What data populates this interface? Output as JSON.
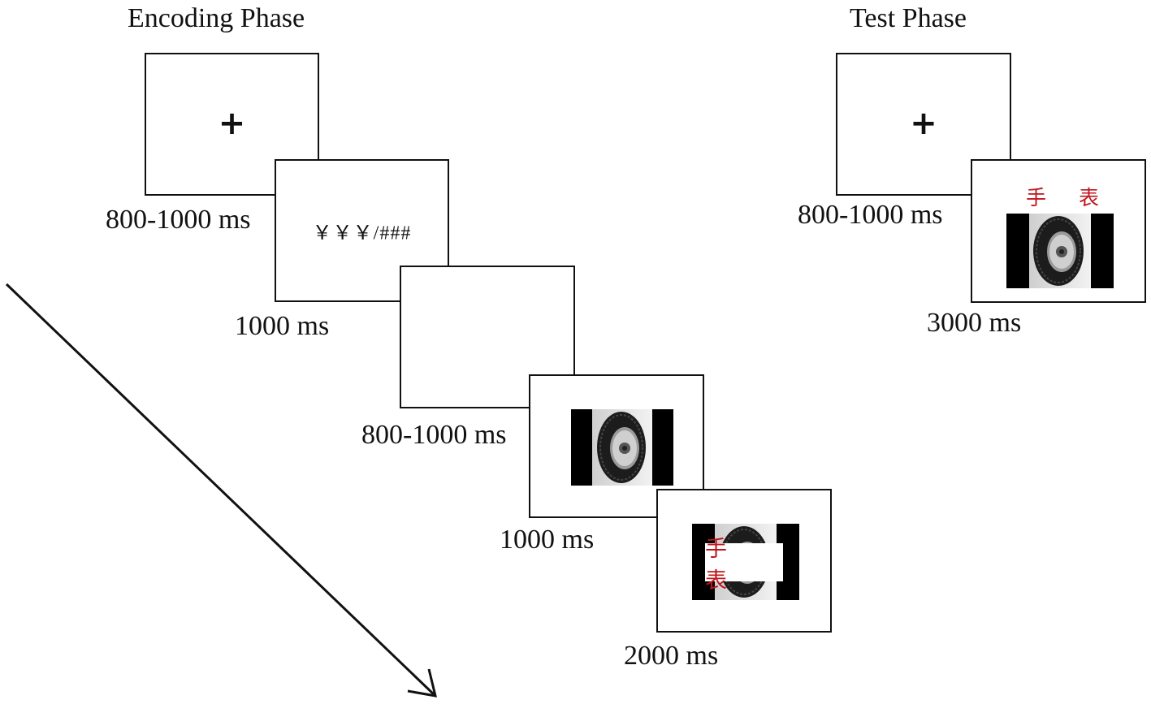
{
  "encoding": {
    "title": "Encoding Phase",
    "frames": [
      {
        "symbol": "+",
        "duration": "800-1000 ms"
      },
      {
        "symbol": "￥￥￥/###",
        "duration": "1000 ms"
      },
      {
        "symbol": "",
        "duration": "800-1000 ms"
      },
      {
        "picture": "tire-image",
        "duration": "1000 ms"
      },
      {
        "picture": "tire-image",
        "word": "手 表",
        "duration": "2000 ms"
      }
    ]
  },
  "test": {
    "title": "Test Phase",
    "frames": [
      {
        "symbol": "+",
        "duration": "800-1000 ms"
      },
      {
        "picture": "tire-image",
        "word": "手 表",
        "duration": "3000 ms"
      }
    ]
  },
  "colors": {
    "word": "#c0141c",
    "frame_border": "#111111",
    "image_background": "#000000"
  },
  "icons": {
    "time_arrow": "diagonal-arrow-icon",
    "fixation": "fixation-cross-icon"
  }
}
